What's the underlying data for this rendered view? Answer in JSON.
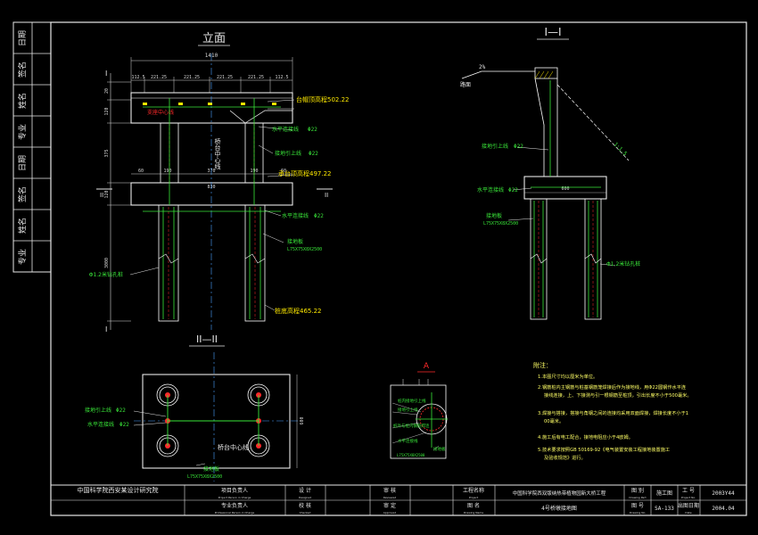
{
  "left_strip": {
    "rows": [
      {
        "label": "日期"
      },
      {
        "label": "签名"
      },
      {
        "label": "姓名"
      },
      {
        "label": "专业"
      },
      {
        "label": "日期"
      },
      {
        "label": "签名"
      },
      {
        "label": "姓名"
      },
      {
        "label": "专业"
      }
    ]
  },
  "elevation": {
    "title": "立面",
    "dim_total": "1410",
    "dims_top": [
      "112.5",
      "221.25",
      "221.25",
      "221.25",
      "221.25",
      "112.5"
    ],
    "dims_left": [
      "20",
      "120",
      "375",
      "120",
      "3000"
    ],
    "dim_mid_row": [
      "60",
      "190",
      "370",
      "190",
      "60"
    ],
    "dim_width_830": "830",
    "section_mark_top": "I",
    "section_mark_bottom": "I",
    "section_mark_left": "II",
    "section_mark_right": "II",
    "centerline_label": "桥台中心线",
    "support_centerline": "支座中心线",
    "cap_top_elev": "台帽顶高程502.22",
    "horizontal_bar": "水平连接线",
    "phi22": "Φ22",
    "ground_lead": "接地引上线",
    "cap_bottom_elev": "承台顶高程497.22",
    "horizontal_bar2": "水平连接线",
    "ground_plate": "接地板",
    "ground_plate_spec": "L75X75X8X2500",
    "pile_label": "Φ1.2米钻孔桩",
    "pile_bottom_elev": "桩底高程465.22"
  },
  "section11": {
    "title": "I—I",
    "slope_top": "2%",
    "surface": "路面",
    "slope_side": "1:1.5",
    "ground_lead": "接地引上线",
    "phi22": "Φ22",
    "horizontal_bar": "水平连接线",
    "dim_600": "600",
    "ground_plate": "接地板",
    "ground_plate_spec": "L75X75X8X2500",
    "pile_label": "Φ1.2米钻孔桩"
  },
  "section22": {
    "title": "II—II",
    "ground_lead": "接地引上线",
    "phi22": "Φ22",
    "horizontal_bar": "水平连接线",
    "phi22b": "Φ22",
    "centerline": "桥台中心线",
    "ground_plate": "接地板",
    "ground_plate_spec": "L75X75X8X2500",
    "dim_side": "600"
  },
  "detail_a": {
    "title": "A",
    "label1": "桩内接地引上线",
    "label2": "接地引上线",
    "label3": "桩外与桩内钢筋焊连",
    "label4": "水平连接线",
    "label5": "接地板",
    "label6": "L75X75X8X2500"
  },
  "notes": {
    "title": "附注：",
    "items": [
      "1.本图尺寸均以厘米为单位。",
      "2.钢筋桩内主钢筋与桩基钢筋笼焊接后作为接地线，用Φ22圆钢作水平连接线连接，上、下接测与引一根钢筋至桩顶，引出长度不小于500毫米。",
      "3.焊接与搭接，搭接与角钢之间的连接均采用双面焊接，焊接长度不小于100毫米。",
      "4.施工后有电工配合，接地电阻应小于4欧姆。",
      "5.技术要求按照GB 50169-92《电气装置安装工程接地装置施工及验收规范》进行。"
    ]
  },
  "title_block": {
    "institute": "中国科学院西安某设计研究院",
    "row1": [
      {
        "label": "项目负责人",
        "sub": "Project Person in Charge"
      },
      {
        "label": "设 计",
        "sub": "Designed"
      },
      {
        "label": "审 核",
        "sub": "Reviewed"
      },
      {
        "label": "工程名称",
        "sub": "Project"
      },
      {
        "value": "中国科学院西双版纳热带植物园新大桥工程"
      },
      {
        "label": "图 别",
        "sub": "Drawing Part"
      },
      {
        "value": "施工图"
      },
      {
        "label": "工 号",
        "sub": "Project No."
      },
      {
        "value": "2003Y44"
      }
    ],
    "row2": [
      {
        "label": "专业负责人",
        "sub": "Professional Person in Charge"
      },
      {
        "label": "校 核",
        "sub": "Checked"
      },
      {
        "label": "审 定",
        "sub": "Approved"
      },
      {
        "label": "图 名",
        "sub": "Drawing Name"
      },
      {
        "value": "4号桥墩接地图"
      },
      {
        "label": "图 号",
        "sub": "Drawing No."
      },
      {
        "value": "SA-133"
      },
      {
        "label": "出图日期",
        "sub": "Date"
      },
      {
        "value": "2004.04"
      }
    ]
  },
  "colors": {
    "frame": "#e8e8e8",
    "outline": "#ffffff",
    "dim": "#d8d8d8",
    "green_text": "#39e639",
    "yellow": "#ffea00",
    "red": "#ff2a2a",
    "cyan": "#00ffff",
    "magenta": "#ff4dff",
    "blue_center": "#4aa0ff",
    "note_text": "#ffff66"
  }
}
